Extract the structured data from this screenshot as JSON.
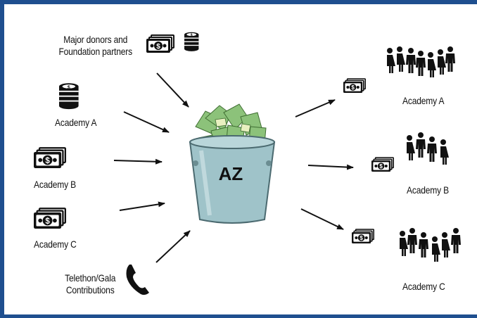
{
  "sources": {
    "major_donors": [
      "Major donors and",
      "Foundation partners"
    ],
    "academy_a": "Academy A",
    "academy_b": "Academy B",
    "academy_c": "Academy C",
    "telethon": [
      "Telethon/Gala",
      "Contributions"
    ]
  },
  "bucket": {
    "label": "AZ"
  },
  "recipients": {
    "academy_a": "Academy A",
    "academy_b": "Academy B",
    "academy_c": "Academy C"
  },
  "colors": {
    "frame": "#1f4f8f",
    "bucket": "#9fc3c9",
    "money": "#7ab86a",
    "ink": "#111111"
  },
  "icons": [
    "cash-stack-icon",
    "coin-stack-icon",
    "telephone-icon",
    "people-group-icon",
    "money-bucket-icon",
    "arrow-icon"
  ]
}
